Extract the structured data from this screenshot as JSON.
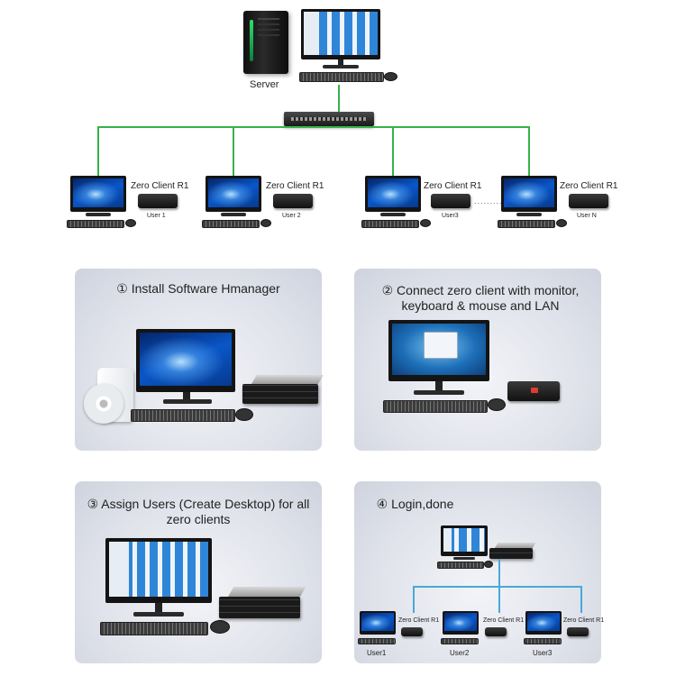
{
  "top": {
    "server_label": "Server",
    "clients": [
      {
        "model": "Zero Client R1",
        "user": "User 1"
      },
      {
        "model": "Zero Client R1",
        "user": "User 2"
      },
      {
        "model": "Zero Client R1",
        "user": "User3"
      },
      {
        "model": "Zero Client R1",
        "user": "User N"
      }
    ],
    "ellipsis": "..........",
    "line_color": "#37b24a"
  },
  "steps": [
    {
      "title": "① Install Software Hmanager"
    },
    {
      "title": "② Connect zero client with monitor, keyboard & mouse and LAN"
    },
    {
      "title": "③ Assign Users (Create Desktop) for all zero clients"
    },
    {
      "title": "④ Login,done"
    }
  ],
  "step4": {
    "clients": [
      {
        "model": "Zero Client R1",
        "user": "User1"
      },
      {
        "model": "Zero Client R1",
        "user": "User2"
      },
      {
        "model": "Zero Client R1",
        "user": "User3"
      }
    ],
    "line_color": "#49a8d8"
  }
}
